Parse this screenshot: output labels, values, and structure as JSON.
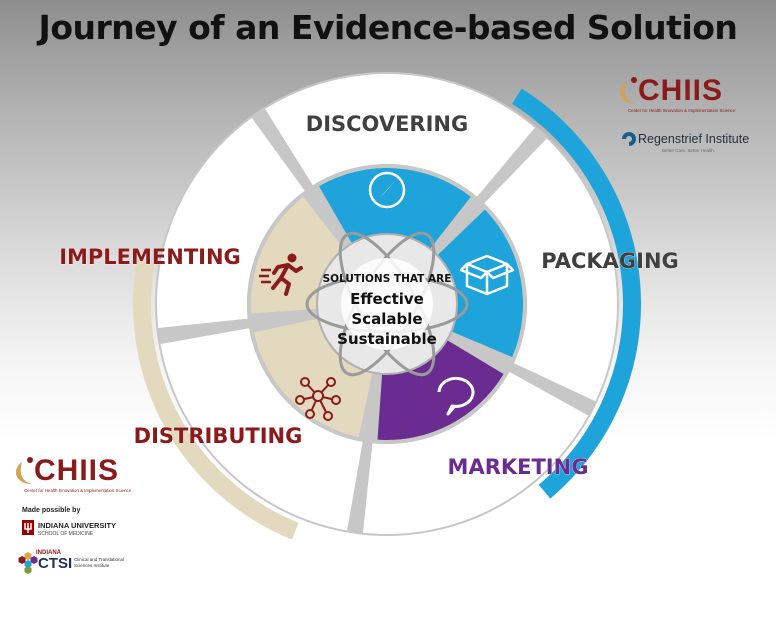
{
  "title": "Journey of an Evidence-based Solution",
  "center": {
    "heading": "SOLUTIONS THAT ARE",
    "lines": [
      "Effective",
      "Scalable",
      "Sustainable"
    ]
  },
  "stages": [
    {
      "label": "DISCOVERING",
      "icon": "compass-icon",
      "color": "#404040"
    },
    {
      "label": "PACKAGING",
      "icon": "package-box-icon",
      "color": "#404040"
    },
    {
      "label": "MARKETING",
      "icon": "speech-bubble-icon",
      "color": "#6a2c91"
    },
    {
      "label": "DISTRIBUTING",
      "icon": "network-nodes-icon",
      "color": "#8b1a1a"
    },
    {
      "label": "IMPLEMENTING",
      "icon": "running-person-icon",
      "color": "#8b1a1a"
    }
  ],
  "colors": {
    "blue": "#1fa3db",
    "purple": "#6a2c91",
    "tan": "#e3d9bf",
    "crimson": "#8b1a1a",
    "gray_ring": "#c7c7c7"
  },
  "logos": {
    "chiis_top": {
      "name": "CHIIS",
      "subtitle": "Center for Health Innovation & Implementation Science"
    },
    "regenstrief": {
      "name": "Regenstrief Institute",
      "tagline": "Better Care. Better Health."
    },
    "chiis_bottom": {
      "name": "CHIIS",
      "subtitle": "Center for Health Innovation & Implementation Science"
    },
    "made_possible": "Made possible by",
    "iu": {
      "name": "INDIANA UNIVERSITY",
      "school": "SCHOOL OF MEDICINE"
    },
    "ctsi": {
      "state": "INDIANA",
      "name": "CTSI",
      "line1": "Clinical and Translational",
      "line2": "Sciences Institute"
    }
  }
}
